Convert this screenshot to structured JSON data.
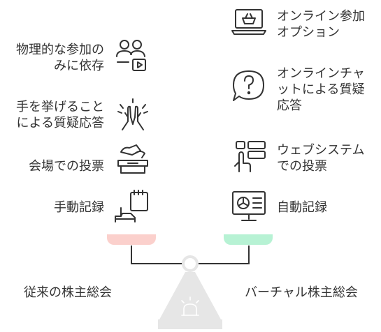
{
  "left_items": [
    {
      "text": "物理的な参加の\nみに依存",
      "icon": "people-screen-icon"
    },
    {
      "text": "手を挙げること\nによる質疑応答",
      "icon": "raised-hands-icon"
    },
    {
      "text": "会場での投票",
      "icon": "ballot-box-icon"
    },
    {
      "text": "手動記録",
      "icon": "notepad-pen-icon"
    }
  ],
  "right_items": [
    {
      "text": "オンライン参加\nオプション",
      "icon": "laptop-basket-icon"
    },
    {
      "text": "オンラインチャ\nットによる質疑\n応答",
      "icon": "chat-question-icon"
    },
    {
      "text": "ウェブシステム\nでの投票",
      "icon": "web-voting-icon"
    },
    {
      "text": "自動記録",
      "icon": "monitor-chart-icon"
    }
  ],
  "labels": {
    "left": "従来の株主総会",
    "right": "バーチャル株主総会"
  },
  "colors": {
    "left_pad": "#fbd0cc",
    "right_pad": "#b7f2d4",
    "scale": "#e6e6e6",
    "icon": "#333333"
  }
}
